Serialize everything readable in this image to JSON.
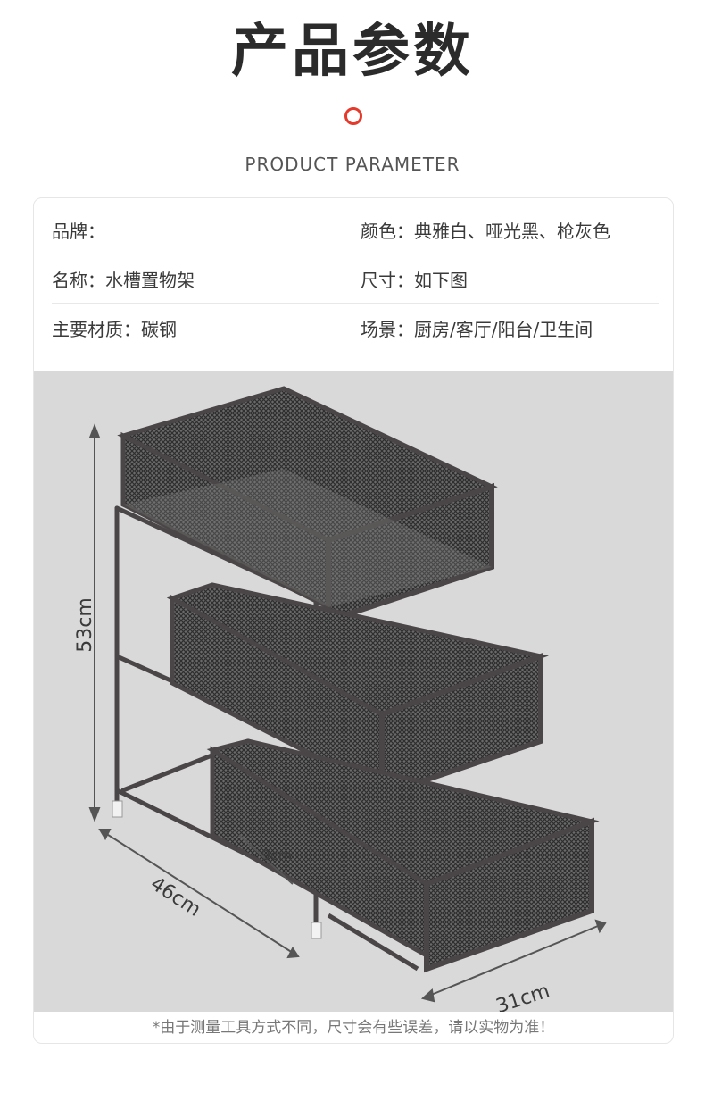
{
  "header": {
    "title": "产品参数",
    "subtitle": "PRODUCT PARAMETER",
    "accent_color": "#e53a2b"
  },
  "params": {
    "row1_left": "品牌：",
    "row1_right": "颜色：典雅白、哑光黑、枪灰色",
    "row2_left": "名称：水槽置物架",
    "row2_right": "尺寸：如下图",
    "row3_left": "主要材质：碳钢",
    "row3_right": "场景：厨房/客厅/阳台/卫生间"
  },
  "dimensions": {
    "height": "53cm",
    "depth": "46cm",
    "width": "31cm",
    "gap": "9cm"
  },
  "note": "*由于测量工具方式不同，尺寸会有些误差，请以实物为准！"
}
